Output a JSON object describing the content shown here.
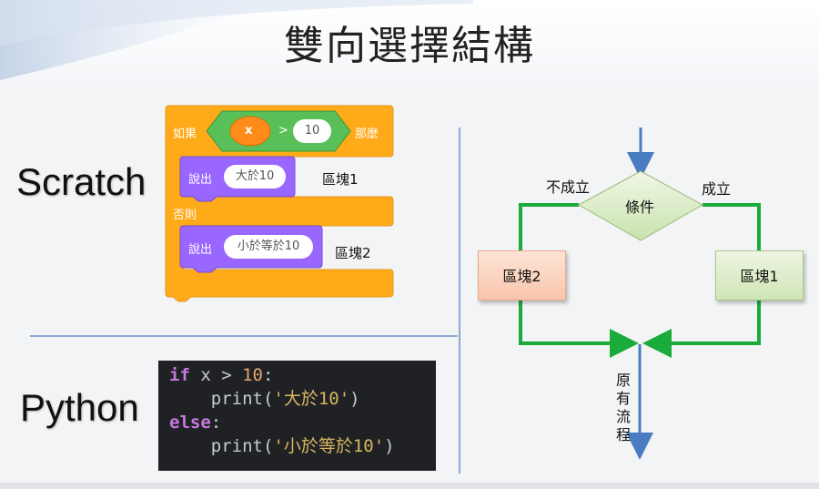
{
  "title": "雙向選擇結構",
  "labels": {
    "scratch": "Scratch",
    "python": "Python"
  },
  "scratch": {
    "if_label": "如果",
    "var": "x",
    "operator": ">",
    "value": "10",
    "then_label": "那麼",
    "say1_label": "說出",
    "say1_value": "大於10",
    "else_label": "否則",
    "say2_label": "說出",
    "say2_value": "小於等於10",
    "block1": "區塊1",
    "block2": "區塊2"
  },
  "code": {
    "line1": {
      "kw": "if",
      "cond": " x > ",
      "num": "10",
      "rest": ":"
    },
    "line2": {
      "indent": "    ",
      "fn": "print(",
      "str": "'大於10'",
      "close": ")"
    },
    "line3": {
      "kw": "else",
      "rest": ":"
    },
    "line4": {
      "indent": "    ",
      "fn": "print(",
      "str": "'小於等於10'",
      "close": ")"
    }
  },
  "flowchart": {
    "condition": "條件",
    "false_label": "不成立",
    "true_label": "成立",
    "left_box": "區塊2",
    "right_box": "區塊1",
    "flow_chars": [
      "原",
      "有",
      "流",
      "程"
    ]
  },
  "colors": {
    "scratch_orange": "#ffab19",
    "scratch_green": "#59c059",
    "scratch_purple": "#9966ff",
    "flow_green": "#1aab3a",
    "arrow_blue": "#4a7cc2"
  }
}
